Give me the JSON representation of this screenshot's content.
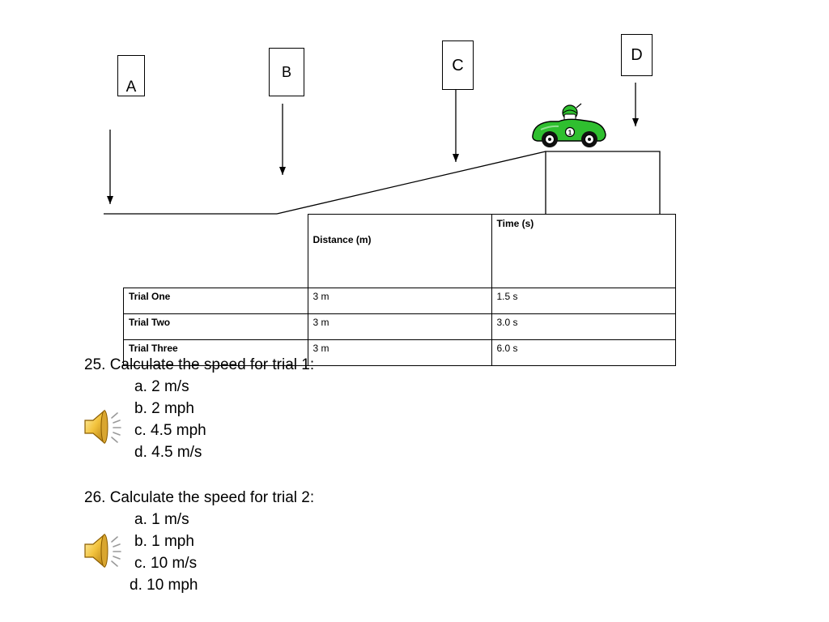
{
  "labels": {
    "a": "A",
    "b": "B",
    "c": "C",
    "d": "D"
  },
  "car": {
    "number": "1",
    "body_color": "#2fbf2f"
  },
  "table": {
    "headers": {
      "distance": "Distance (m)",
      "time": "Time (s)"
    },
    "rows": [
      {
        "trial": "Trial One",
        "distance": "3 m",
        "time": "1.5 s"
      },
      {
        "trial": "Trial Two",
        "distance": "3 m",
        "time": "3.0 s"
      },
      {
        "trial": "Trial Three",
        "distance": "3 m",
        "time": "6.0 s"
      }
    ]
  },
  "questions": [
    {
      "stem": "25.  Calculate the speed for trial 1:",
      "options": [
        "a. 2 m/s",
        "b. 2 mph",
        "c. 4.5 mph",
        "d. 4.5 m/s"
      ],
      "audio_icon": "speaker-icon"
    },
    {
      "stem": "26. Calculate the speed for trial 2:",
      "options": [
        "a. 1 m/s",
        "b. 1 mph",
        "c. 10 m/s",
        "d. 10 mph"
      ],
      "audio_icon": "speaker-icon"
    }
  ]
}
